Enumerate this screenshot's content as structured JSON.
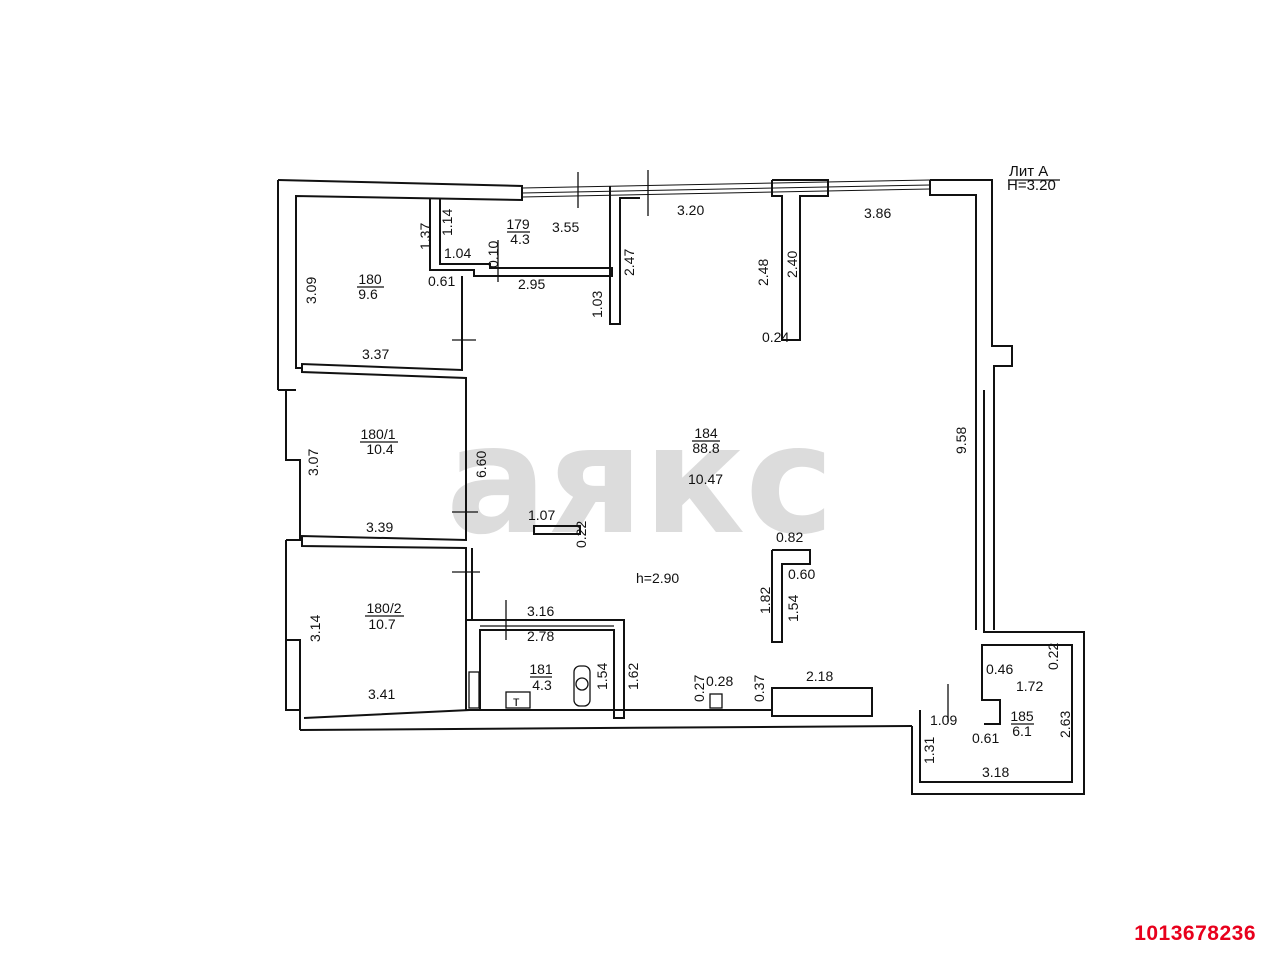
{
  "header": {
    "lit": "Лит А",
    "height": "Н=3.20"
  },
  "watermark": "аякс",
  "listing_id": "1013678236",
  "listing_id_color": "#e8001c",
  "rooms": {
    "r179": {
      "number": "179",
      "area": "4.3"
    },
    "r180": {
      "number": "180",
      "area": "9.6"
    },
    "r180_1": {
      "number": "180/1",
      "area": "10.4"
    },
    "r180_2": {
      "number": "180/2",
      "area": "10.7"
    },
    "r181": {
      "number": "181",
      "area": "4.3"
    },
    "r184": {
      "number": "184",
      "area": "88.8"
    },
    "r185": {
      "number": "185",
      "area": "6.1"
    }
  },
  "ceiling": "h=2.90",
  "dims": {
    "d355": "3.55",
    "d320": "3.20",
    "d386": "3.86",
    "d137": "1.37",
    "d114": "1.14",
    "d104": "1.04",
    "d010": "0.10",
    "d061a": "0.61",
    "d295": "2.95",
    "d247": "2.47",
    "d103": "1.03",
    "d248": "2.48",
    "d240": "2.40",
    "d024": "0.24",
    "d309": "3.09",
    "d337": "3.37",
    "d307": "3.07",
    "d660": "6.60",
    "d339": "3.39",
    "d1047": "10.47",
    "d958": "9.58",
    "d107": "1.07",
    "d022a": "0.22",
    "d082": "0.82",
    "d060": "0.60",
    "d182": "1.82",
    "d154a": "1.54",
    "d314": "3.14",
    "d316": "3.16",
    "d278": "2.78",
    "d154b": "1.54",
    "d162": "1.62",
    "d027": "0.27",
    "d028": "0.28",
    "d037": "0.37",
    "d218": "2.18",
    "d341": "3.41",
    "d046": "0.46",
    "d022b": "0.22",
    "d172": "1.72",
    "d109": "1.09",
    "d061b": "0.61",
    "d263": "2.63",
    "d131": "1.31",
    "d318": "3.18"
  }
}
